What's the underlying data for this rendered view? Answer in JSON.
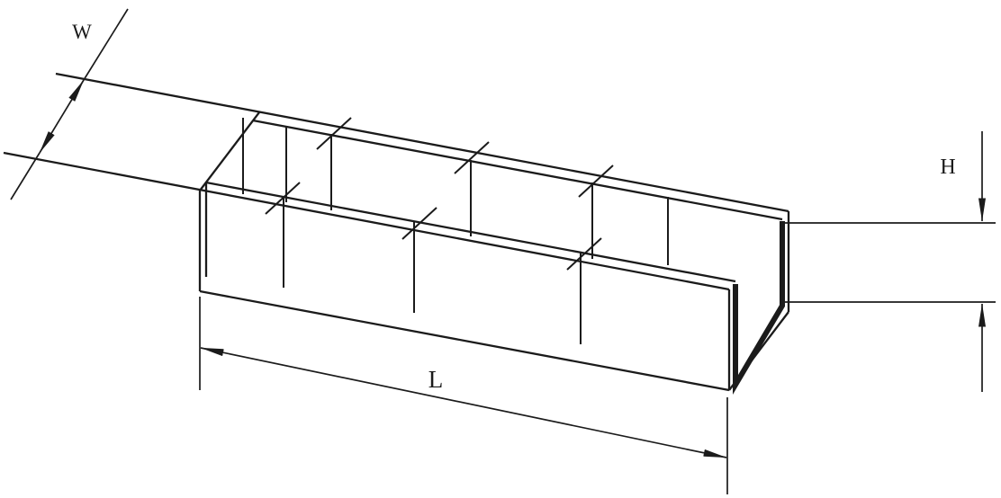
{
  "diagram": {
    "labels": {
      "width": "W",
      "height": "H",
      "length": "L"
    },
    "colors": {
      "line": "#1b1b1b",
      "background": "#ffffff"
    }
  }
}
